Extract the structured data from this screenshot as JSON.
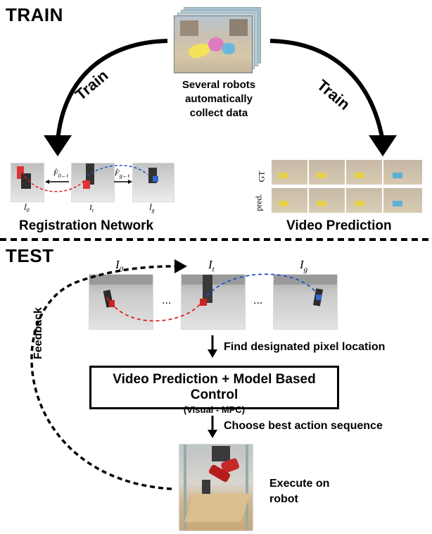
{
  "train": {
    "header": "TRAIN",
    "collect_caption": [
      "Several robots",
      "automatically",
      "collect data"
    ],
    "train_left": "Train",
    "train_right": "Train",
    "registration": {
      "title": "Registration Network",
      "frame_labels": [
        "Î",
        "I",
        "Î"
      ],
      "frame_subs": [
        "0",
        "t",
        "g"
      ],
      "flow_labels": [
        "F̂",
        "F̂"
      ],
      "flow_subs": [
        "0←t",
        "g←t"
      ]
    },
    "video_prediction": {
      "title": "Video Prediction",
      "row_labels": [
        "GT",
        "pred."
      ]
    }
  },
  "test": {
    "header": "TEST",
    "frame_labels": [
      "I",
      "I",
      "I"
    ],
    "frame_subs": [
      "0",
      "t",
      "g"
    ],
    "ellipsis": [
      "...",
      "..."
    ],
    "feedback": "Feedback",
    "step1": "Find designated pixel location",
    "box_title": "Video Prediction + Model Based Control",
    "box_sub": "(Visual - MPC)",
    "step2": "Choose best action sequence",
    "execute": [
      "Execute on",
      "robot"
    ]
  }
}
